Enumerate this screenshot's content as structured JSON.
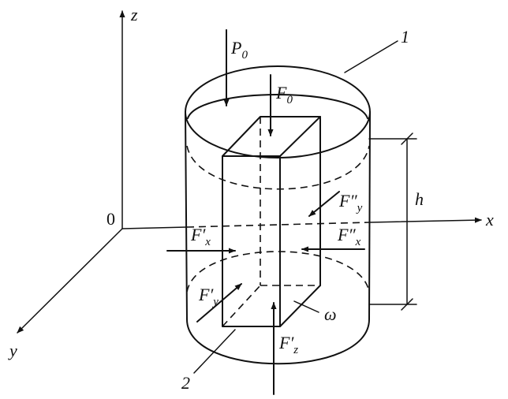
{
  "axes": {
    "z": "z",
    "x": "x",
    "y": "y",
    "origin": "0"
  },
  "callouts": {
    "cylinder": "1",
    "prism": "2",
    "section": "ω",
    "height": "h"
  },
  "forces": {
    "P0": {
      "main": "P",
      "sub": "0"
    },
    "F0": {
      "main": "F",
      "sub": "0"
    },
    "Fx1": {
      "main": "F′",
      "sub": "x"
    },
    "Fx2": {
      "main": "F″",
      "sub": "x"
    },
    "Fy1": {
      "main": "F′",
      "sub": "y"
    },
    "Fy2": {
      "main": "F″",
      "sub": "y"
    },
    "Fz1": {
      "main": "F′",
      "sub": "z"
    }
  }
}
